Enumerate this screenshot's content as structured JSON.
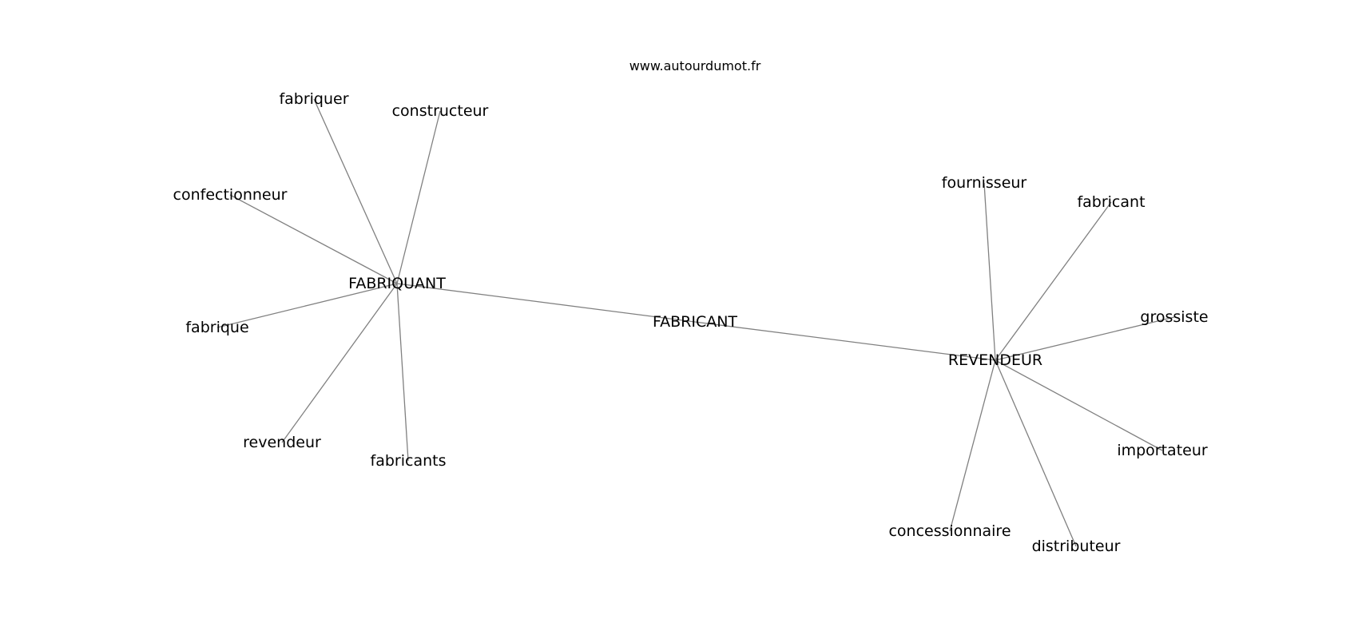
{
  "watermark": "www.autourdumot.fr",
  "graph": {
    "nodes": [
      {
        "id": "FABRICANT"
      },
      {
        "id": "FABRIQUANT"
      },
      {
        "id": "REVENDEUR"
      },
      {
        "id": "fabriquer"
      },
      {
        "id": "constructeur"
      },
      {
        "id": "confectionneur"
      },
      {
        "id": "fabrique"
      },
      {
        "id": "revendeur"
      },
      {
        "id": "fabricants"
      },
      {
        "id": "fournisseur"
      },
      {
        "id": "fabricant"
      },
      {
        "id": "grossiste"
      },
      {
        "id": "importateur"
      },
      {
        "id": "distributeur"
      },
      {
        "id": "concessionnaire"
      }
    ],
    "edges": [
      [
        "FABRIQUANT",
        "FABRICANT"
      ],
      [
        "FABRICANT",
        "REVENDEUR"
      ],
      [
        "FABRIQUANT",
        "fabriquer"
      ],
      [
        "FABRIQUANT",
        "constructeur"
      ],
      [
        "FABRIQUANT",
        "confectionneur"
      ],
      [
        "FABRIQUANT",
        "fabrique"
      ],
      [
        "FABRIQUANT",
        "revendeur"
      ],
      [
        "FABRIQUANT",
        "fabricants"
      ],
      [
        "REVENDEUR",
        "fournisseur"
      ],
      [
        "REVENDEUR",
        "fabricant"
      ],
      [
        "REVENDEUR",
        "grossiste"
      ],
      [
        "REVENDEUR",
        "importateur"
      ],
      [
        "REVENDEUR",
        "distributeur"
      ],
      [
        "REVENDEUR",
        "concessionnaire"
      ]
    ]
  }
}
